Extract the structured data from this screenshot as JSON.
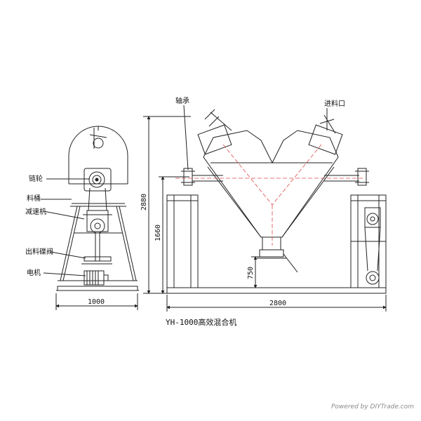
{
  "drawing": {
    "title": "YH-1000高效混合机",
    "watermark": "Powered by DIYTrade.com",
    "side_view_labels": {
      "sprocket": "链轮",
      "barrel": "料桶",
      "reducer": "减速机",
      "butterfly_valve": "出料碟阀",
      "motor": "电机"
    },
    "front_view_labels": {
      "bearing": "轴承",
      "inlet": "进料口"
    },
    "dimensions": {
      "side_width": "1000",
      "front_width": "2800",
      "total_height": "2880",
      "axis_height": "1660",
      "outlet_height": "750"
    },
    "colors": {
      "line": "#222222",
      "centerline": "#e0484b"
    }
  }
}
